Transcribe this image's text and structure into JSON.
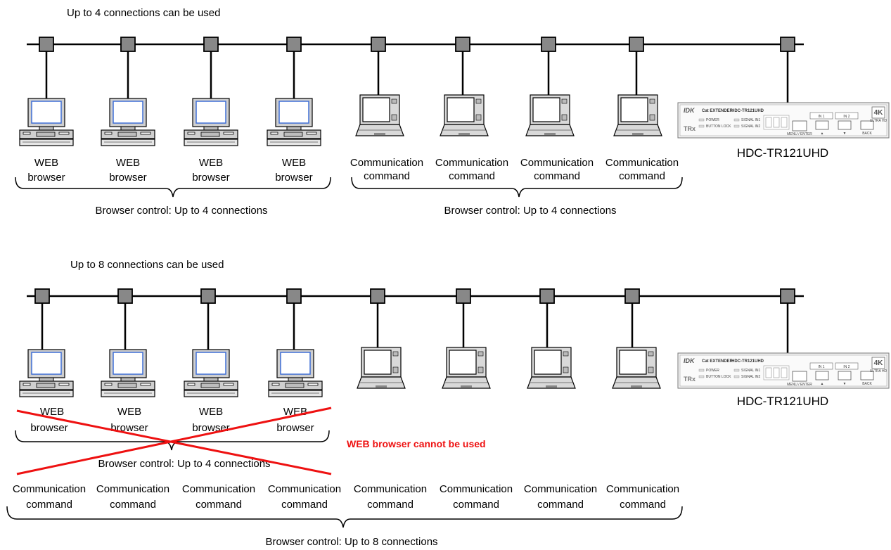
{
  "top": {
    "title": "Up to 4 connections can be used",
    "pc_labels": [
      [
        "WEB",
        "browser"
      ],
      [
        "WEB",
        "browser"
      ],
      [
        "WEB",
        "browser"
      ],
      [
        "WEB",
        "browser"
      ]
    ],
    "laptop_labels": [
      [
        "Communication",
        "command"
      ],
      [
        "Communication",
        "command"
      ],
      [
        "Communication",
        "command"
      ],
      [
        "Communication",
        "command"
      ]
    ],
    "group_left_caption": "Browser control: Up to 4 connections",
    "group_right_caption": "Browser control: Up to 4 connections",
    "device_name": "HDC-TR121UHD"
  },
  "bottom": {
    "title": "Up to 8 connections can be used",
    "pc_labels": [
      [
        "WEB",
        "browser"
      ],
      [
        "WEB",
        "browser"
      ],
      [
        "WEB",
        "browser"
      ],
      [
        "WEB",
        "browser"
      ]
    ],
    "group_left_caption": "Browser control: Up to 4 connections",
    "warning": "WEB browser cannot be used",
    "command_labels": [
      [
        "Communication",
        "command"
      ],
      [
        "Communication",
        "command"
      ],
      [
        "Communication",
        "command"
      ],
      [
        "Communication",
        "command"
      ],
      [
        "Communication",
        "command"
      ],
      [
        "Communication",
        "command"
      ],
      [
        "Communication",
        "command"
      ],
      [
        "Communication",
        "command"
      ]
    ],
    "group_all_caption": "Browser control: Up to 8 connections",
    "device_name": "HDC-TR121UHD"
  },
  "device_panel": {
    "brand": "IDK",
    "product_line": "Cat EXTENDER",
    "model": "HDC-TR121UHD",
    "led_power": "POWER",
    "led_button_lock": "BUTTON LOCK",
    "led_signal_in1": "SIGNAL IN1",
    "led_signal_in2": "SIGNAL IN2",
    "btn_in1": "IN 1",
    "btn_in2": "IN 2",
    "btn_menu": "MENU / ENTER",
    "btn_up": "▲",
    "btn_down": "▼",
    "btn_back": "BACK",
    "side_mark": "TRx",
    "badge_4k": "4K",
    "badge_ultra": "ULTRA HD"
  },
  "colors": {
    "node_fill": "#888888",
    "line": "#000000",
    "screen_blue": "#3f6fd6",
    "cross_red": "#ee1111",
    "warning_red": "#ee1111"
  }
}
